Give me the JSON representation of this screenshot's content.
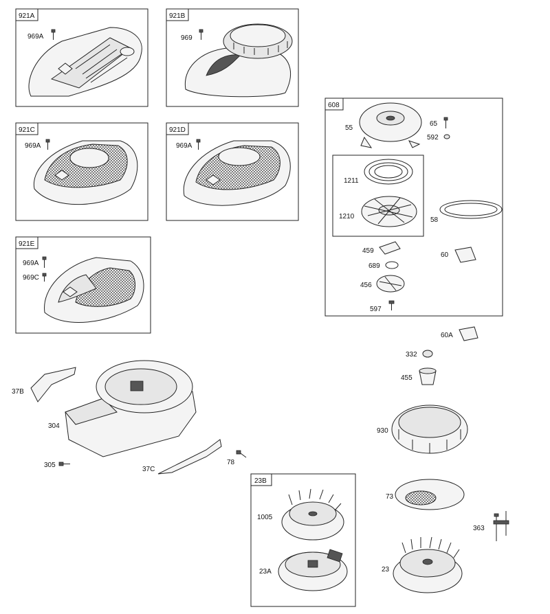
{
  "diagram": {
    "groups": [
      {
        "id": "921A",
        "parts": [
          "969A"
        ]
      },
      {
        "id": "921B",
        "parts": [
          "969"
        ]
      },
      {
        "id": "921C",
        "parts": [
          "969A"
        ]
      },
      {
        "id": "921D",
        "parts": [
          "969A"
        ]
      },
      {
        "id": "921E",
        "parts": [
          "969A",
          "969C"
        ]
      },
      {
        "id": "608",
        "parts": [
          "55",
          "65",
          "592",
          "1211",
          "1210",
          "58",
          "459",
          "60",
          "689",
          "456",
          "597"
        ]
      },
      {
        "id": "23B",
        "parts": [
          "1005",
          "23A"
        ]
      }
    ],
    "loose_parts": [
      "37B",
      "304",
      "305",
      "37C",
      "78",
      "60A",
      "332",
      "455",
      "930",
      "73",
      "363",
      "23"
    ]
  }
}
